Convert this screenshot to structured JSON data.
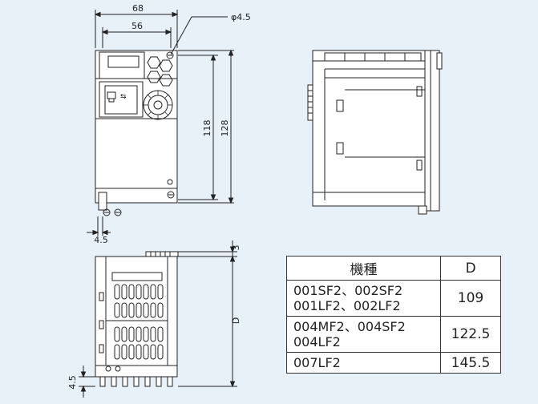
{
  "dimensions": {
    "width_68": "68",
    "width_56": "56",
    "hole_phi": "φ4.5",
    "height_118": "118",
    "height_128": "128",
    "offset_4_5_front": "4.5",
    "offset_3": "3",
    "depth_d": "D",
    "offset_4_5_bottom": "4.5"
  },
  "table": {
    "header_model": "機種",
    "header_d": "D",
    "rows": [
      {
        "model_line1": "001SF2、002SF2",
        "model_line2": "001LF2、002LF2",
        "d": "109"
      },
      {
        "model_line1": "004MF2、004SF2",
        "model_line2": "004LF2",
        "d": "122.5"
      },
      {
        "model_line1": "007LF2",
        "model_line2": "",
        "d": "145.5"
      }
    ]
  },
  "colors": {
    "background": "#e8f0f8",
    "line": "#222222",
    "table_bg": "#ffffff"
  }
}
